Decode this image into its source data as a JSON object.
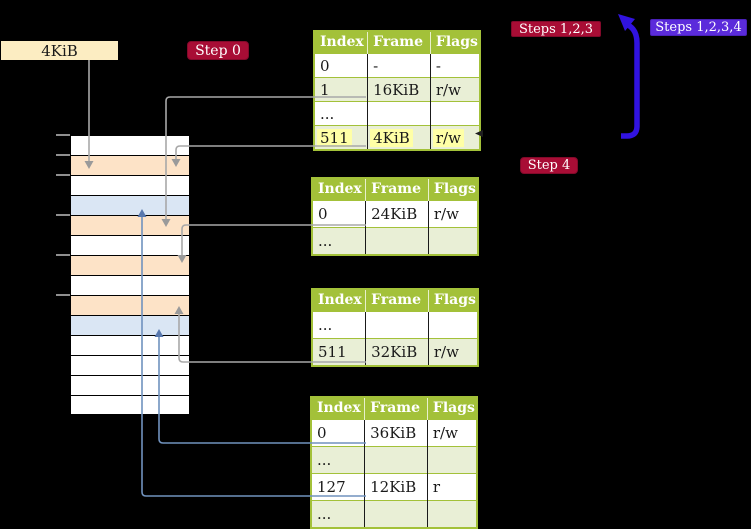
{
  "colors": {
    "table_header_green": "#a3c139",
    "row_light_green": "#e9efd6",
    "highlight_yellow": "#ffffa6",
    "row_peach": "#fde3c7",
    "row_light_blue": "#dae6f4",
    "label_beige": "#fcedc2",
    "label_crimson": "#a80d35",
    "label_purple": "#5b2bdb",
    "arrow_blue": "#3113e0",
    "connector_gray": "#a8a8a8",
    "connector_steel_blue": "#7092be"
  },
  "labels": {
    "page_size": "4KiB",
    "step0": "Step 0",
    "steps123": "Steps 1,2,3",
    "steps1234": "Steps 1,2,3,4",
    "step4": "Step 4"
  },
  "memory": {
    "rows": [
      {
        "color": "white"
      },
      {
        "color": "peach"
      },
      {
        "color": "white"
      },
      {
        "color": "blue"
      },
      {
        "color": "peach"
      },
      {
        "color": "white"
      },
      {
        "color": "peach"
      },
      {
        "color": "white"
      },
      {
        "color": "peach"
      },
      {
        "color": "blue"
      },
      {
        "color": "white"
      },
      {
        "color": "white"
      },
      {
        "color": "white"
      },
      {
        "color": "white"
      }
    ]
  },
  "tables": [
    {
      "headers": [
        "Index",
        "Frame",
        "Flags"
      ],
      "rows": [
        {
          "index": "0",
          "frame": "-",
          "flags": "-"
        },
        {
          "index": "1",
          "frame": "16KiB",
          "flags": "r/w"
        },
        {
          "index": "...",
          "frame": "",
          "flags": ""
        },
        {
          "index": "511",
          "frame": "4KiB",
          "flags": "r/w"
        }
      ]
    },
    {
      "headers": [
        "Index",
        "Frame",
        "Flags"
      ],
      "rows": [
        {
          "index": "0",
          "frame": "24KiB",
          "flags": "r/w"
        },
        {
          "index": "...",
          "frame": "",
          "flags": ""
        }
      ]
    },
    {
      "headers": [
        "Index",
        "Frame",
        "Flags"
      ],
      "rows": [
        {
          "index": "...",
          "frame": "",
          "flags": ""
        },
        {
          "index": "511",
          "frame": "32KiB",
          "flags": "r/w"
        }
      ]
    },
    {
      "headers": [
        "Index",
        "Frame",
        "Flags"
      ],
      "rows": [
        {
          "index": "0",
          "frame": "36KiB",
          "flags": "r/w"
        },
        {
          "index": "...",
          "frame": "",
          "flags": ""
        },
        {
          "index": "127",
          "frame": "12KiB",
          "flags": "r"
        },
        {
          "index": "...",
          "frame": "",
          "flags": ""
        }
      ]
    }
  ]
}
